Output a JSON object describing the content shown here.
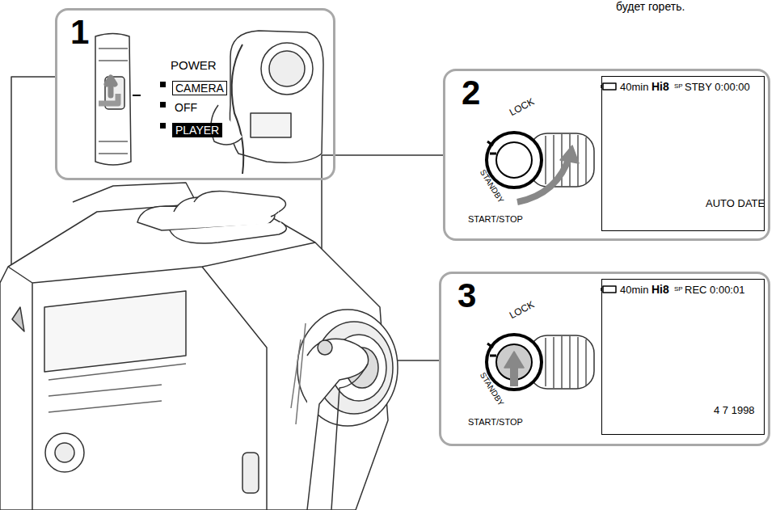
{
  "diagram": {
    "nodes": [
      {
        "text": [
          "1",
          "POWER",
          "CAMERA",
          "OFF",
          "PLAYER"
        ]
      },
      {
        "text": [
          "2",
          "LOCK",
          "STANDBY",
          "START/STOP"
        ]
      },
      {
        "text": [
          "40min",
          "Hi8",
          "SP",
          "STBY 0:00:00",
          "AUTO DATE"
        ],
        "in": 1
      },
      {
        "text": [
          "3",
          "LOCK",
          "STANDBY",
          "START/STOP"
        ]
      },
      {
        "text": [
          "40min",
          "Hi8",
          "SP",
          "REC 0:00:01",
          "4 7 1998"
        ],
        "in": 3
      }
    ],
    "labels": [
      "будет гореть."
    ]
  }
}
